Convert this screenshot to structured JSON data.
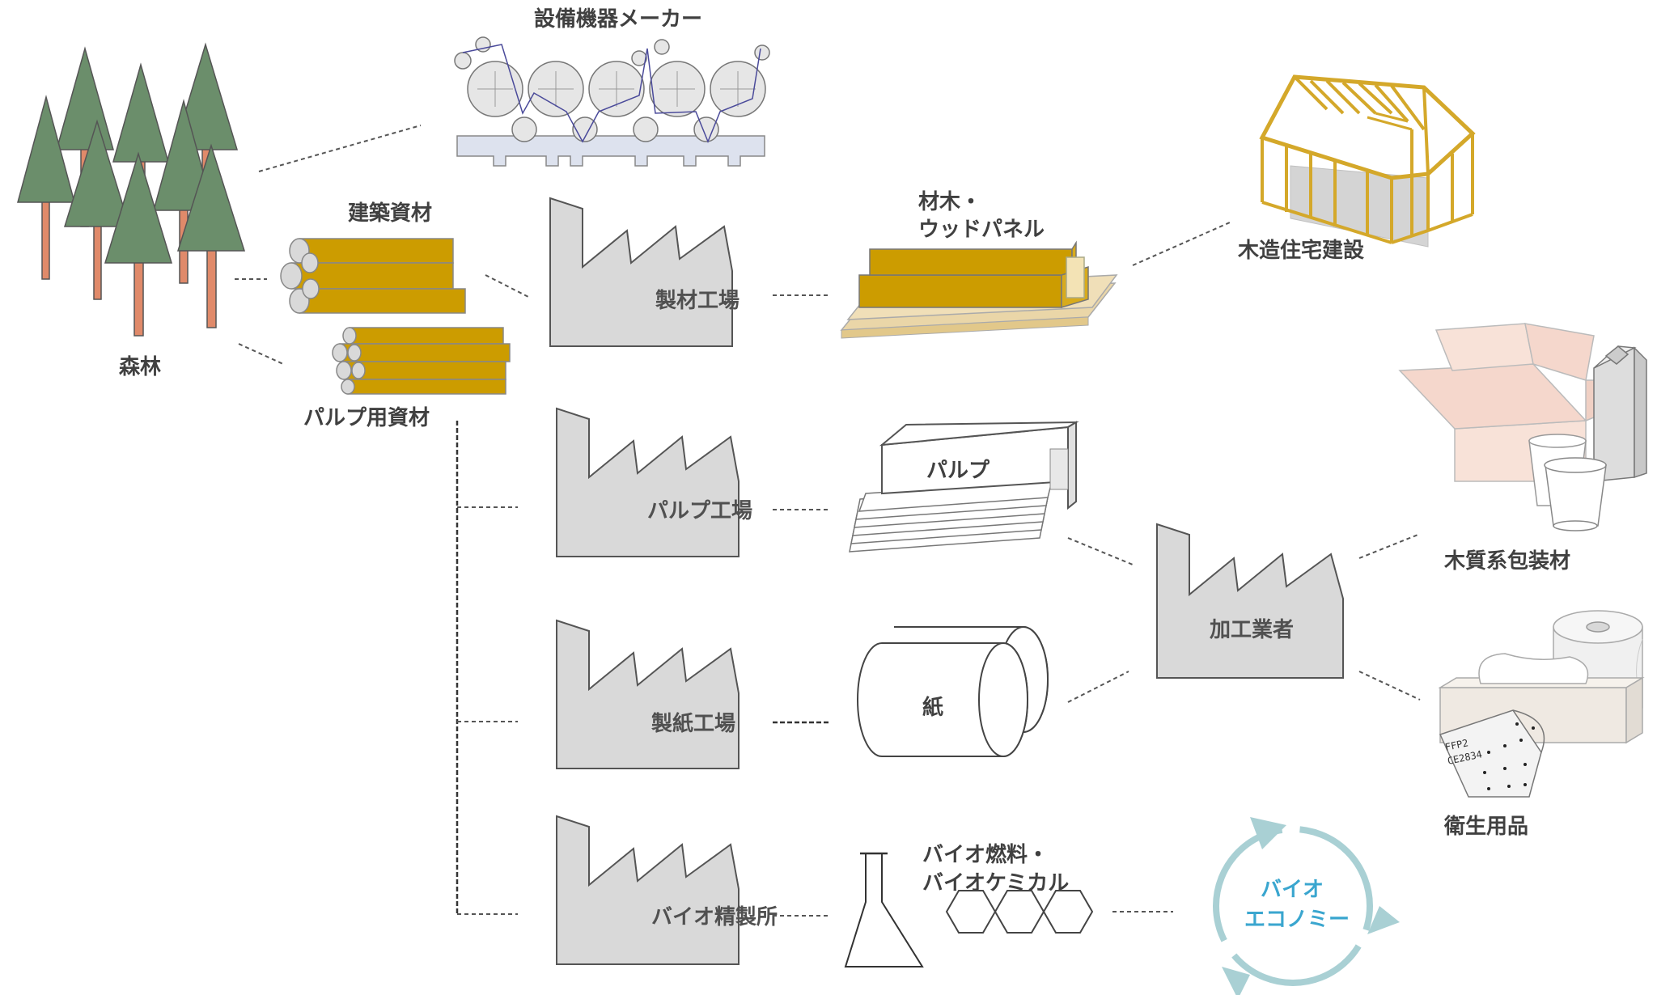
{
  "labels": {
    "forest": "森林",
    "equipment_maker": "設備機器メーカー",
    "construction_material": "建築資材",
    "pulp_material": "パルプ用資材",
    "sawmill": "製材工場",
    "pulp_mill": "パルプ工場",
    "paper_mill": "製紙工場",
    "biorefinery": "バイオ精製所",
    "lumber_line1": "材木・",
    "lumber_line2": "ウッドパネル",
    "wooden_house": "木造住宅建設",
    "pulp": "パルプ",
    "paper": "紙",
    "processor": "加工業者",
    "wood_packaging": "木質系包装材",
    "hygiene": "衛生用品",
    "biofuel_line1": "バイオ燃料・",
    "biofuel_line2": "バイオケミカル",
    "bioeconomy_line1": "バイオ",
    "bioeconomy_line2": "エコノミー",
    "mask_text1": "FFP2",
    "mask_text2": "CE2834"
  },
  "colors": {
    "tree": "#6b8e6b",
    "trunk": "#e08a6a",
    "log": "#cc9c00",
    "factory": "#d9d9d9",
    "house_frame": "#d4a82a",
    "bio_cycle": "#a9d0d4",
    "bio_text": "#3aa6cf",
    "box": "#f5d7cc"
  },
  "icons": [
    "tree-icon",
    "paper-machine-icon",
    "log-icon",
    "factory-icon",
    "lumber-stack-icon",
    "house-frame-icon",
    "pulp-stack-icon",
    "paper-roll-icon",
    "flask-icon",
    "hexagon-molecule-icon",
    "cycle-arrows-icon",
    "packaging-icon",
    "tissue-box-icon",
    "mask-icon"
  ]
}
